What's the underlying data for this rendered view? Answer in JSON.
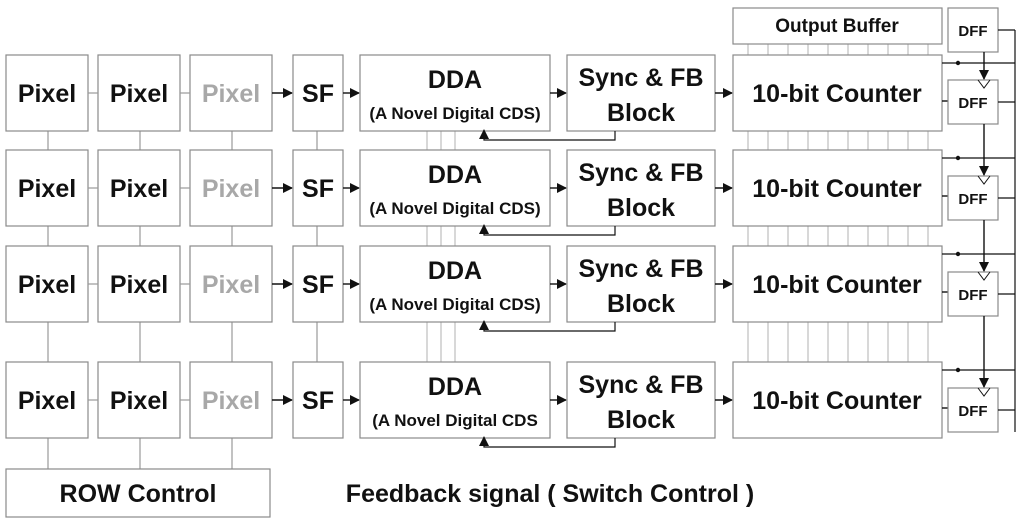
{
  "pixel_label": "Pixel",
  "sf_label": "SF",
  "dda_label": "DDA",
  "dda_sub_rows": [
    "(A Novel Digital CDS)",
    "(A Novel Digital CDS)",
    "(A Novel Digital CDS)",
    "(A Novel Digital CDS"
  ],
  "sync_line1": "Sync & FB",
  "sync_line2": "Block",
  "counter_label": "10-bit Counter",
  "dff_label": "DFF",
  "output_buffer_label": "Output Buffer",
  "row_control_label": "ROW Control",
  "feedback_label": "Feedback signal ( Switch Control )",
  "dimmed_color": "#a8a8a8"
}
